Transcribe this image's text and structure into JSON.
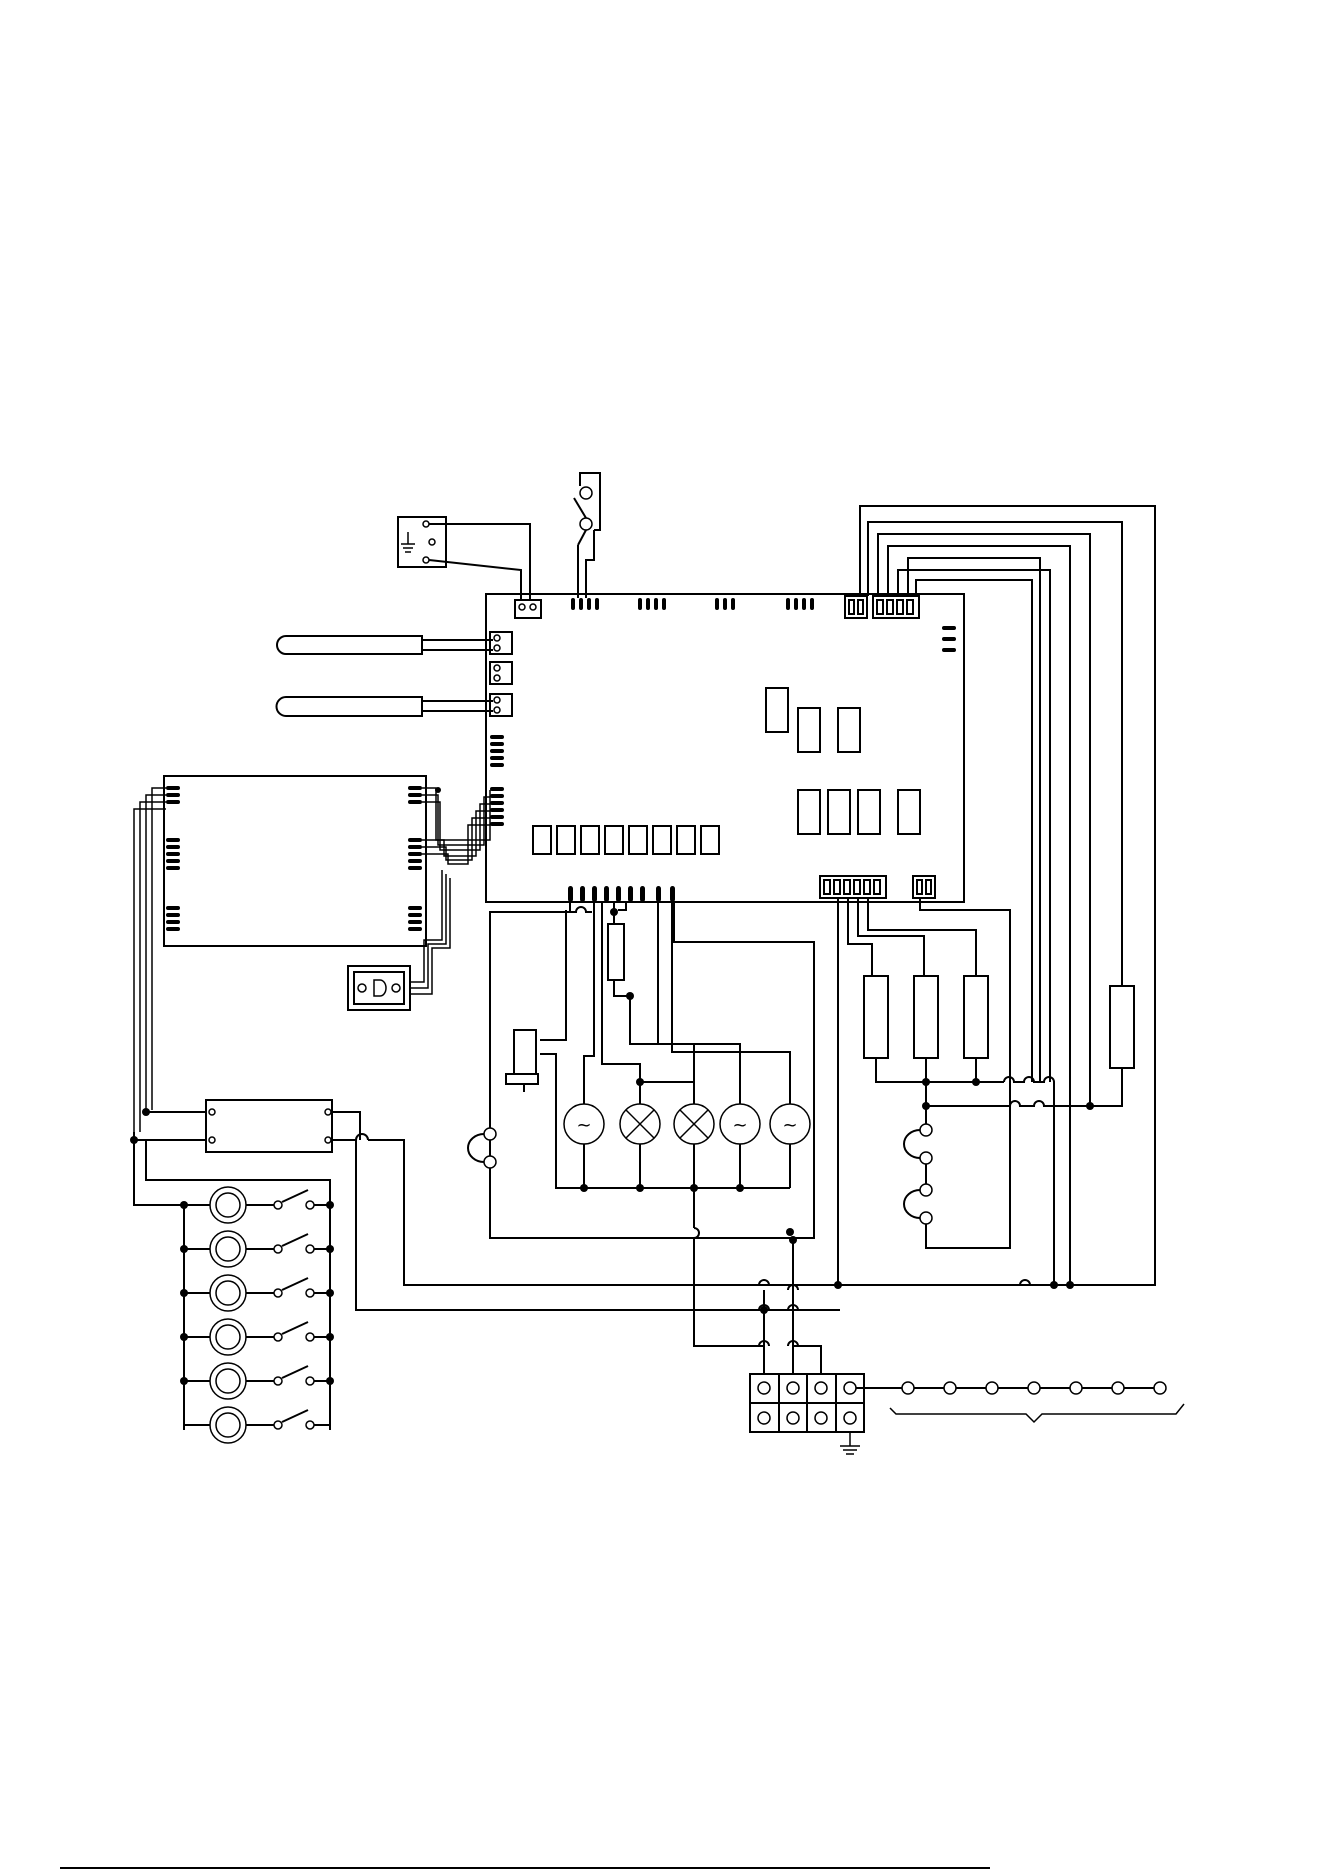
{
  "diagram": {
    "type": "electrical-wiring-diagram",
    "labels_printed": false,
    "symbols": {
      "earth": "earth-ground-symbol",
      "motor": "motor-tilde-symbol",
      "lamp": "lamp-cross-symbol",
      "switch": "switch-symbol",
      "resistor": "resistor-rectangle",
      "burner": "burner-ring-symbol"
    },
    "counts": {
      "motors": 3,
      "lamps": 2,
      "cooktop_burners": 6,
      "terminal_block_positions": 4,
      "chain_terminals": 7,
      "heating_elements": 4,
      "door_switch_contacts": 4
    },
    "colors": {
      "line": "#000000",
      "background": "#ffffff"
    }
  }
}
